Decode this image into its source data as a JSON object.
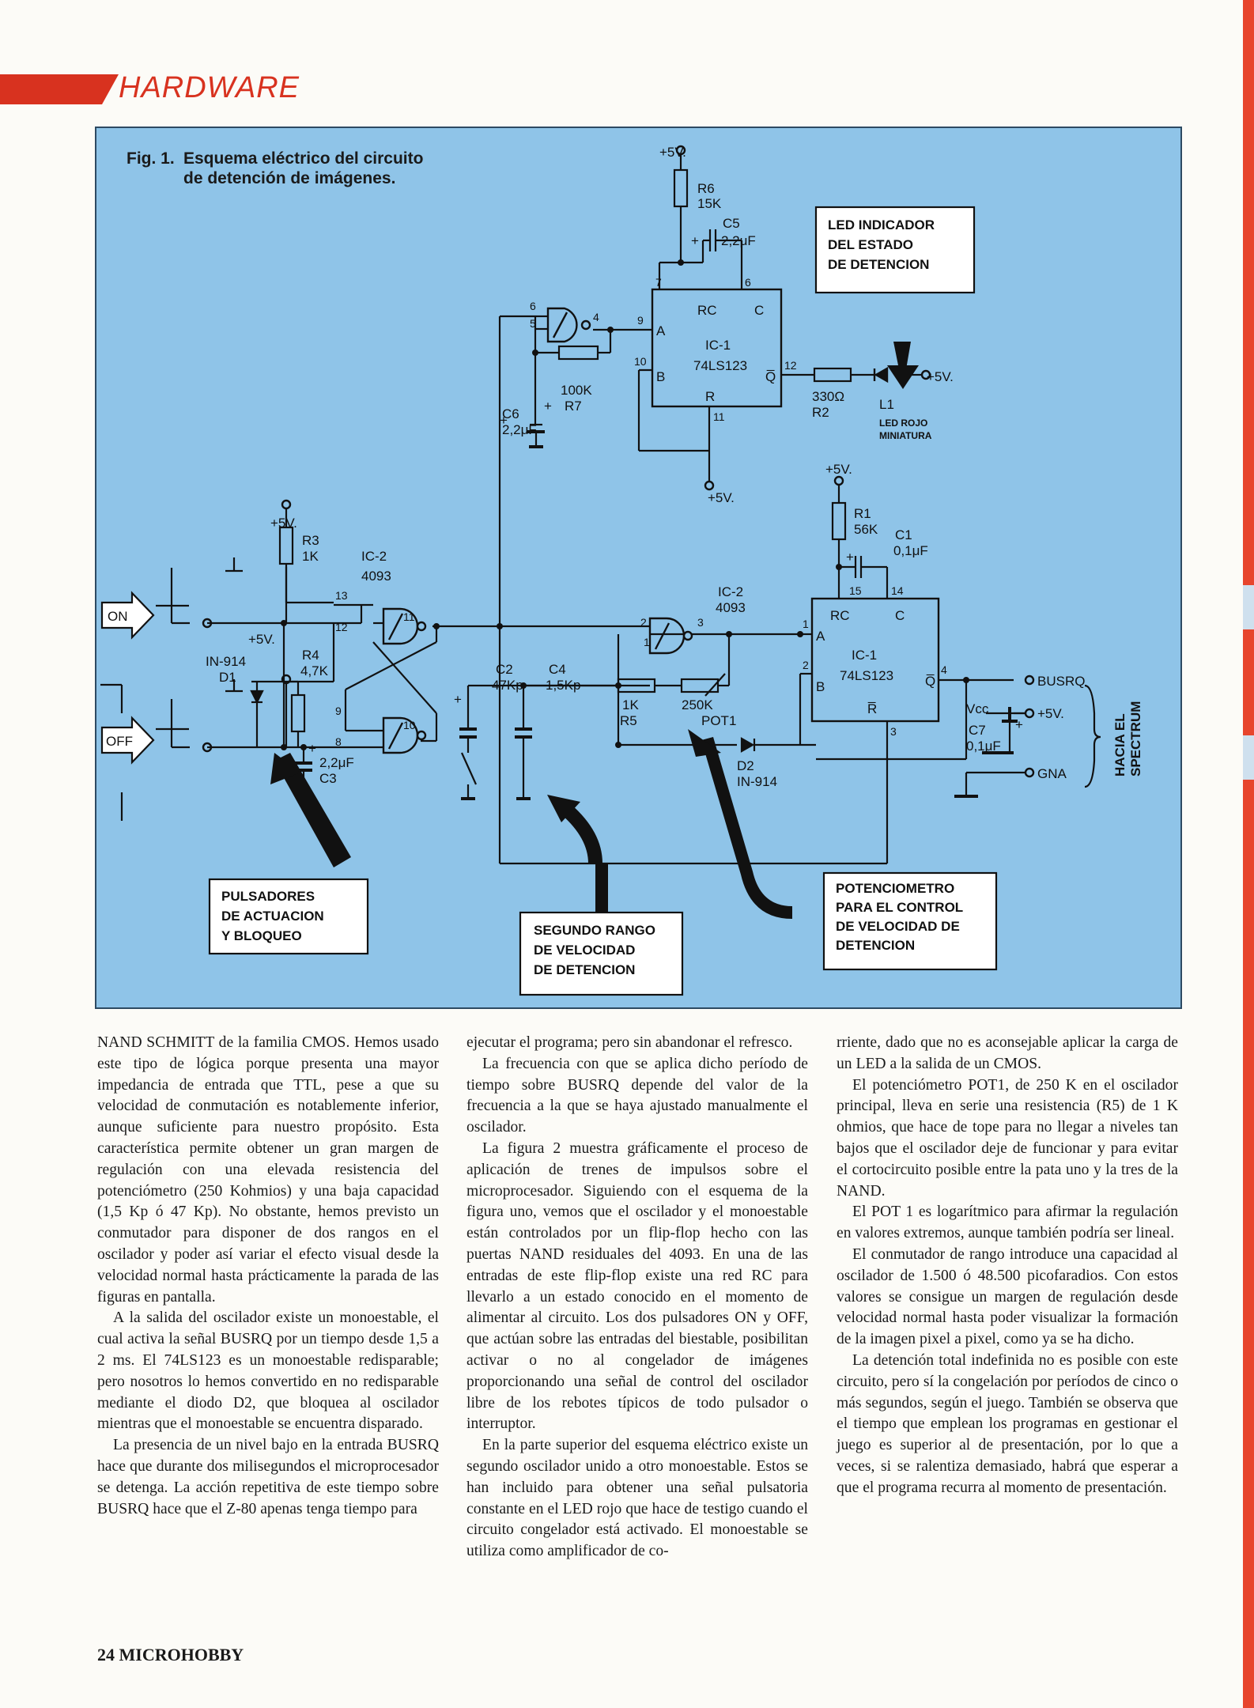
{
  "header": {
    "section": "HARDWARE"
  },
  "figure": {
    "number": "Fig. 1.",
    "caption": "Esquema eléctrico del circuito de detención de imágenes.",
    "callouts": {
      "led": [
        "LED INDICADOR",
        "DEL ESTADO",
        "DE DETENCION"
      ],
      "pulsadores": [
        "PULSADORES",
        "DE ACTUACION",
        "Y BLOQUEO"
      ],
      "segundo": [
        "SEGUNDO RANGO",
        "DE VELOCIDAD",
        "DE DETENCION"
      ],
      "pot": [
        "POTENCIOMETRO",
        "PARA EL CONTROL",
        "DE VELOCIDAD DE",
        "DETENCION"
      ]
    },
    "labels": {
      "v5": "+5V.",
      "r6": "R6",
      "r6v": "15K",
      "c5": "C5",
      "c5v": "2,2μF",
      "ic1": "IC-1",
      "ls123": "74LS123",
      "rc": "RC",
      "c": "C",
      "a": "A",
      "b": "B",
      "r": "R",
      "q": "Q̅",
      "rbar": "R̅",
      "p7": "7",
      "p6": "6",
      "p9": "9",
      "p10": "10",
      "p11": "11",
      "p12": "12",
      "p5": "5",
      "p4": "4",
      "p13": "13",
      "p8": "8",
      "p3": "3",
      "p2": "2",
      "p1": "1",
      "p15": "15",
      "p14": "14",
      "r7": "R7",
      "r7v": "100K",
      "c6": "C6",
      "c6v": "2,2μF",
      "r2": "R2",
      "r2v": "330Ω",
      "l1": "L1",
      "ledtxt1": "LED ROJO",
      "ledtxt2": "MINIATURA",
      "r1": "R1",
      "r1v": "56K",
      "c1": "C1",
      "c1v": "0,1μF",
      "ic2": "IC-2",
      "cd4093": "4093",
      "r3": "R3",
      "r3v": "1K",
      "r4": "R4",
      "r4v": "4,7K",
      "on": "ON",
      "off": "OFF",
      "d1a": "IN-914",
      "d1b": "D1",
      "c3": "C3",
      "c3v": "2,2μF",
      "c2": "C2",
      "c2v": "47Kp",
      "c4": "C4",
      "c4v": "1,5Kp",
      "r5": "R5",
      "r5v": "1K",
      "pot1": "POT1",
      "pot1v": "250K",
      "d2": "D2",
      "d2v": "IN-914",
      "busrq": "BUSRQ",
      "vcc": "Vcc",
      "c7": "C7",
      "c7v": "0,1μF",
      "gna": "GNA",
      "hacia": "HACIA EL",
      "spectrum": "SPECTRUM"
    }
  },
  "article": {
    "col1": [
      "NAND SCHMITT de la familia CMOS. Hemos usado este tipo de lógica porque presenta una mayor impedancia de entrada que TTL, pese a que su velocidad de conmutación es notablemente inferior, aunque suficiente para nuestro propósito. Esta característica permite obtener un gran margen de regulación con una elevada resistencia del potenciómetro (250 Kohmios) y una baja capacidad (1,5 Kp ó 47 Kp). No obstante, hemos previsto un conmutador para disponer de dos rangos en el oscilador y poder así variar el efecto visual desde la velocidad normal hasta prácticamente la parada de las figuras en pantalla.",
      "A la salida del oscilador existe un monoestable, el cual activa la señal BUSRQ por un tiempo desde 1,5 a 2 ms. El 74LS123 es un monoestable redisparable; pero nosotros lo hemos convertido en no redisparable mediante el diodo D2, que bloquea al oscilador mientras que el monoestable se encuentra disparado.",
      "La presencia de un nivel bajo en la entrada BUSRQ hace que durante dos milisegundos el microprocesador se detenga. La acción repetitiva de este tiempo sobre BUSRQ hace que el Z-80 apenas tenga tiempo para"
    ],
    "col2": [
      "ejecutar el programa; pero sin abandonar el refresco.",
      "La frecuencia con que se aplica dicho período de tiempo sobre BUSRQ depende del valor de la frecuencia a la que se haya ajustado manualmente el oscilador.",
      "La figura 2 muestra gráficamente el proceso de aplicación de trenes de impulsos sobre el microprocesador. Siguiendo con el esquema de la figura uno, vemos que el oscilador y el monoestable están controlados por un flip-flop hecho con las puertas NAND residuales del 4093. En una de las entradas de este flip-flop existe una red RC para llevarlo a un estado conocido en el momento de alimentar al circuito. Los dos pulsadores ON y OFF, que actúan sobre las entradas del biestable, posibilitan activar o no al congelador de imágenes proporcionando una señal de control del oscilador libre de los rebotes típicos de todo pulsador o interruptor.",
      "En la parte superior del esquema eléctrico existe un segundo oscilador unido a otro monoestable. Estos se han incluido para obtener una señal pulsatoria constante en el LED rojo que hace de testigo cuando el circuito congelador está activado. El monoestable se utiliza como amplificador de co-"
    ],
    "col3": [
      "rriente, dado que no es aconsejable aplicar la carga de un LED a la salida de un CMOS.",
      "El potenciómetro POT1, de 250 K en el oscilador principal, lleva en serie una resistencia (R5) de 1 K ohmios, que hace de tope para no llegar a niveles tan bajos que el oscilador deje de funcionar y para evitar el cortocircuito posible entre la pata uno y la tres de la NAND.",
      "El POT 1 es logarítmico para afirmar la regulación en valores extremos, aunque también podría ser lineal.",
      "El conmutador de rango introduce una capacidad al oscilador de 1.500 ó 48.500 picofaradios. Con estos valores se consigue un margen de regulación desde velocidad normal hasta poder visualizar la formación de la imagen pixel a pixel, como ya se ha dicho.",
      "La detención total indefinida no es posible con este circuito, pero sí la congelación por períodos de cinco o más segundos, según el juego. También se observa que el tiempo que emplean los programas en gestionar el juego es superior al de presentación, por lo que a veces, si se ralentiza demasiado, habrá que esperar a que el programa recurra al momento de presentación."
    ]
  },
  "footer": {
    "folio": "24 MICROHOBBY"
  }
}
